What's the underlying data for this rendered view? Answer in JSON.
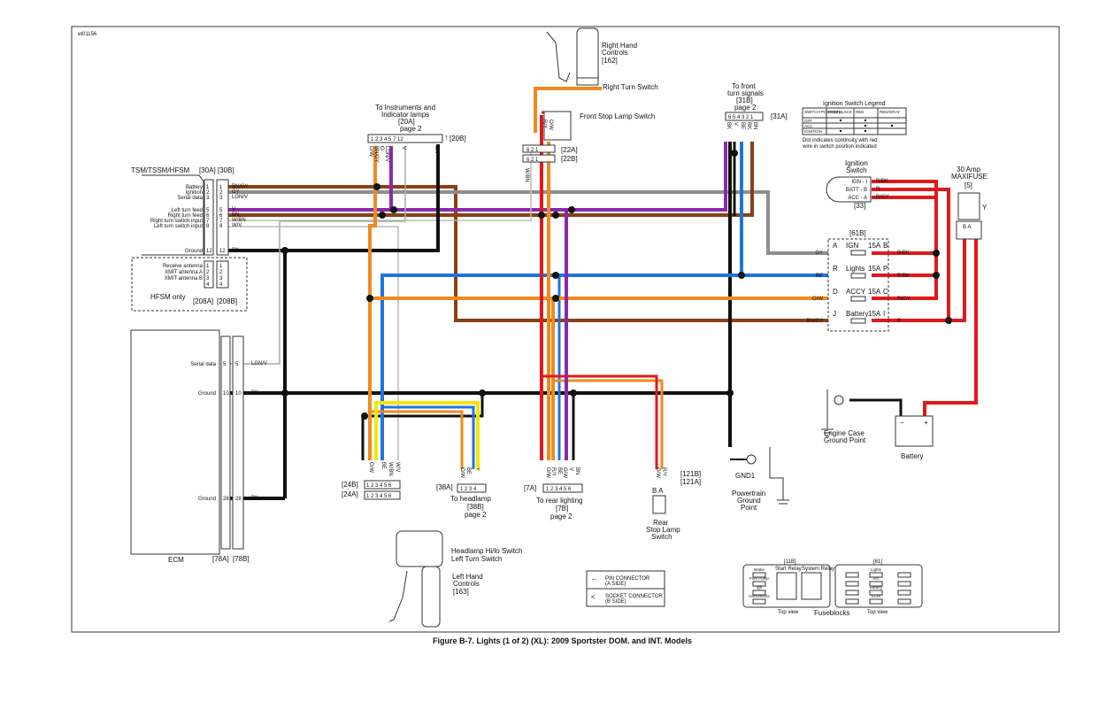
{
  "diagram_id": "et01156",
  "caption": "Figure B-7. Lights (1 of 2) (XL): 2009 Sportster DOM. and INT. Models",
  "colors": {
    "BK": "#111111",
    "R": "#e0191b",
    "O": "#f08a1e",
    "W": "#ffffff",
    "BE": "#1f74e0",
    "V": "#8a2aa8",
    "BN": "#8b3f12",
    "GY": "#8e8e8e",
    "Y": "#f2e60a"
  },
  "tsm": {
    "title": "TSM/TSSM/HFSM",
    "conn_a": "[30A]",
    "conn_b": "[30B]",
    "pins": [
      {
        "label": "Battery",
        "num": "1",
        "wire": "BN/GY"
      },
      {
        "label": "Ignition",
        "num": "2",
        "wire": "GY"
      },
      {
        "label": "Serial data",
        "num": "3",
        "wire": "LGN/V"
      },
      {
        "label": "Left turn feed",
        "num": "5",
        "wire": "V"
      },
      {
        "label": "Right turn feed",
        "num": "6",
        "wire": "BN"
      },
      {
        "label": "Right turn switch input",
        "num": "7",
        "wire": "W/BN"
      },
      {
        "label": "Left turn switch input",
        "num": "8",
        "wire": "W/V"
      },
      {
        "label": "Ground",
        "num": "12",
        "wire": "BK"
      }
    ],
    "hfsm_pins": [
      {
        "label": "Receive antenna",
        "num": "1"
      },
      {
        "label": "XMIT antenna A",
        "num": "2"
      },
      {
        "label": "XMIT antenna B",
        "num": "3"
      },
      {
        "label": "",
        "num": "4"
      }
    ],
    "hfsm_only": "HFSM only",
    "hfsm_a": "[208A]",
    "hfsm_b": "[208B]"
  },
  "ecm": {
    "title": "ECM",
    "conn_a": "[78A]",
    "conn_b": "[78B]",
    "pins": [
      {
        "label": "Serial data",
        "num": "5",
        "wire": "LGN/V"
      },
      {
        "label": "Ground",
        "num": "10",
        "wire": "BK"
      },
      {
        "label": "Ground",
        "num": "28",
        "wire": "BK"
      }
    ]
  },
  "instruments": {
    "title1": "To Instruments and",
    "title2": "Indicator lamps",
    "conn": "[20A]",
    "page": "page 2",
    "conn_b": "[20B]",
    "pins": "1 2 3 4 5    7           12"
  },
  "right_hand": {
    "title1": "Right Hand",
    "title2": "Controls",
    "ref": "[162]",
    "turn": "Right Turn Switch",
    "stop": "Front Stop Lamp Switch",
    "conn_a": "[22A]",
    "conn_b": "[22B]"
  },
  "front_turn": {
    "title1": "To front",
    "title2": "turn signals",
    "conn": "[31B]",
    "page": "page 2",
    "pins": "6 5 4 3 2 1",
    "conn_a": "[31A]"
  },
  "ign_legend": {
    "title": "Ignition Switch Legend",
    "headers": [
      "SWITCH POSITION",
      "RED/ BLACK",
      "RED",
      "RED/GRAY"
    ],
    "rows": [
      "OFF",
      "ACC",
      "IGNITION"
    ],
    "note1": "Dot indicates continuity with red",
    "note2": "wire in switch position indicated"
  },
  "ign_switch": {
    "title1": "Ignition",
    "title2": "Switch",
    "ref": "[33]",
    "pins": [
      "IGN - I",
      "BATT - B",
      "ACC - A"
    ],
    "wires": [
      "R/BK",
      "R",
      "R/GY"
    ]
  },
  "maxifuse": {
    "title1": "30 Amp",
    "title2": "MAXIFUSE",
    "ref": "[5]"
  },
  "fuse_block": {
    "conn": "[61B]",
    "fuses": [
      {
        "l": "A",
        "name": "IGN",
        "amp": "15A",
        "r": "B",
        "win": "GY",
        "wout": "R/BK"
      },
      {
        "l": "R",
        "name": "Lights",
        "amp": "15A",
        "r": "P",
        "win": "BE",
        "wout": "R/BK"
      },
      {
        "l": "D",
        "name": "ACCY",
        "amp": "15A",
        "r": "C",
        "win": "O/W",
        "wout": "R/GY"
      },
      {
        "l": "J",
        "name": "Battery",
        "amp": "15A",
        "r": "I",
        "win": "BN/GY",
        "wout": "R"
      }
    ]
  },
  "engine_case": {
    "title1": "Engine Case",
    "title2": "Ground Point"
  },
  "battery": {
    "title": "Battery"
  },
  "gnd1": {
    "title": "GND1"
  },
  "powertrain": {
    "title1": "Powertrain",
    "title2": "Ground",
    "title3": "Point"
  },
  "rear_stop": {
    "title1": "Rear",
    "title2": "Stop Lamp",
    "title3": "Switch",
    "conn_b": "[121B]",
    "conn_a": "[121A]"
  },
  "rear_lighting": {
    "conn": "[7A]",
    "title": "To rear lighting",
    "ref": "[7B]",
    "page": "page 2",
    "pins": "1 2 3 4 5 6"
  },
  "headlamp": {
    "conn": "[38A]",
    "title": "To headlamp",
    "ref": "[38B]",
    "page": "page 2",
    "pins": "1 2 3 4"
  },
  "left_hand": {
    "hilo": "Headlamp Hi/lo Switch",
    "turn": "Left Turn Switch",
    "title1": "Left Hand",
    "title2": "Controls",
    "ref": "[163]",
    "conn_b": "[24B]",
    "conn_a": "[24A]"
  },
  "legend_box": {
    "pin1": "PIN CONNECTOR",
    "pin2": "(A SIDE)",
    "sock1": "SOCKET CONNECTOR",
    "sock2": "(B SIDE)"
  },
  "fuseblocks": {
    "title": "Fuseblocks",
    "topview1": "Top view",
    "topview2": "Top view",
    "relay_conn": "[11B]",
    "start_relay": "Start Relay",
    "system_relay": "System Relay",
    "fuse_conn": "[61]",
    "left_labels": [
      "Brake",
      "Fuel Pump",
      "Ign",
      "Instruments"
    ],
    "right_labels": [
      "Lights",
      "Acc",
      "Battery",
      "ECM"
    ]
  },
  "wire_labels": {
    "sr": [
      "R/Y",
      "O/W"
    ],
    "srb": [
      "W/BN"
    ],
    "ft": [
      "BK",
      "V",
      "BE",
      "BK",
      "BN"
    ],
    "inst": [
      "O/W",
      "BN/GY",
      "O",
      "LGN/V",
      "V",
      "BK"
    ],
    "lh": [
      "O/W",
      "BE",
      "W/BN",
      "W/V"
    ],
    "hl": [
      "O/W",
      "BE",
      "Y"
    ],
    "rl": [
      "O/W",
      "R/Y",
      "BE",
      "O/W",
      "V",
      "BN"
    ],
    "rs": [
      "O/W",
      "R/Y"
    ],
    "gnd": [
      "BK"
    ],
    "bat": [
      "BK",
      "R"
    ]
  }
}
